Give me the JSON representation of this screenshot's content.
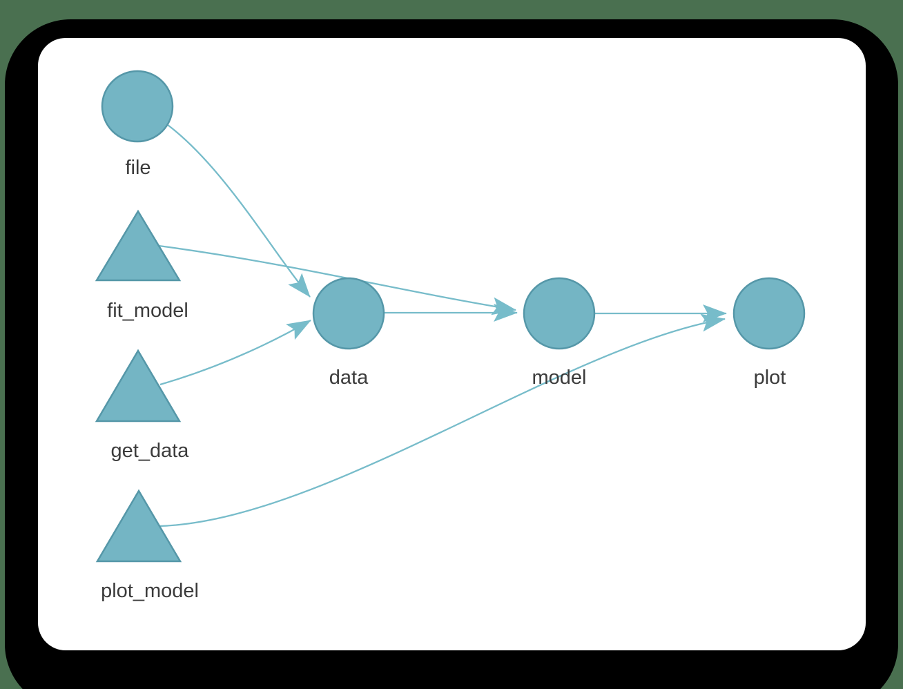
{
  "canvas": {
    "background_color": "#4a7050",
    "shadow_color": "#000000",
    "card_color": "#ffffff"
  },
  "diagram": {
    "type": "task-graph",
    "node_fill": "#74b5c4",
    "node_stroke": "#5597a8",
    "edge_color": "#77bcca",
    "label_color": "#3b3b3b",
    "nodes": [
      {
        "id": "file",
        "shape": "circle",
        "label": "file"
      },
      {
        "id": "fit_model",
        "shape": "triangle",
        "label": "fit_model"
      },
      {
        "id": "get_data",
        "shape": "triangle",
        "label": "get_data"
      },
      {
        "id": "plot_model",
        "shape": "triangle",
        "label": "plot_model"
      },
      {
        "id": "data",
        "shape": "circle",
        "label": "data"
      },
      {
        "id": "model",
        "shape": "circle",
        "label": "model"
      },
      {
        "id": "plot",
        "shape": "circle",
        "label": "plot"
      }
    ],
    "edges": [
      {
        "from": "file",
        "to": "data"
      },
      {
        "from": "fit_model",
        "to": "model"
      },
      {
        "from": "get_data",
        "to": "data"
      },
      {
        "from": "data",
        "to": "model"
      },
      {
        "from": "model",
        "to": "plot"
      },
      {
        "from": "plot_model",
        "to": "plot"
      }
    ]
  }
}
